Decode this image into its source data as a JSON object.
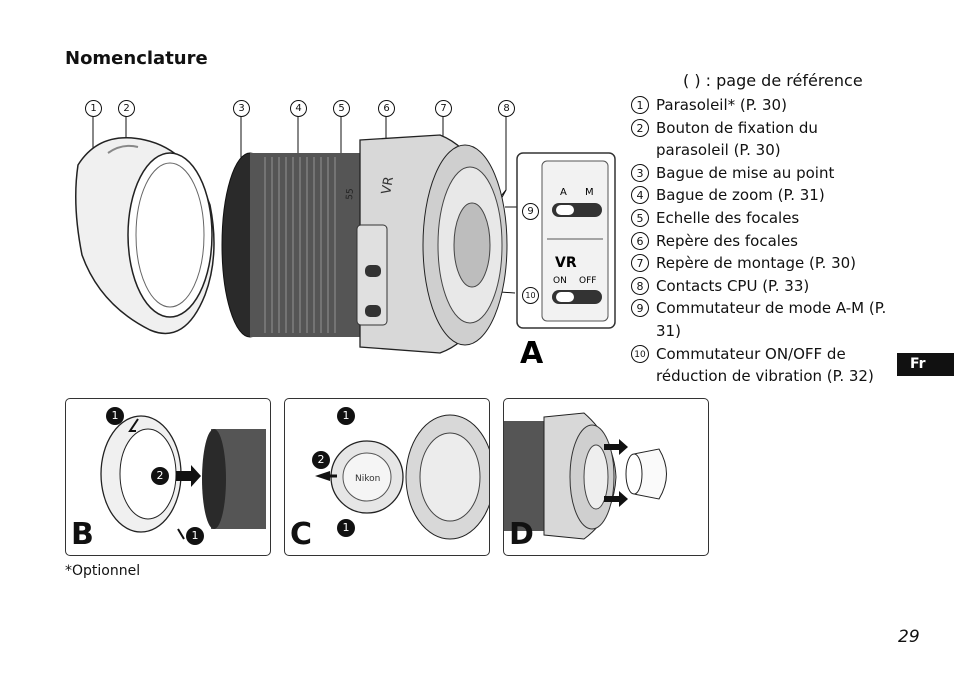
{
  "title": "Nomenclature",
  "reference_note": "(     ) : page de référence",
  "legend": [
    {
      "num": "1",
      "text": "Parasoleil* (P. 30)"
    },
    {
      "num": "2",
      "text": "Bouton de fixation du parasoleil (P. 30)"
    },
    {
      "num": "3",
      "text": "Bague de mise au point"
    },
    {
      "num": "4",
      "text": "Bague de zoom (P. 31)"
    },
    {
      "num": "5",
      "text": "Echelle des focales"
    },
    {
      "num": "6",
      "text": "Repère des focales"
    },
    {
      "num": "7",
      "text": "Repère de montage (P. 30)"
    },
    {
      "num": "8",
      "text": "Contacts CPU (P. 33)"
    },
    {
      "num": "9",
      "text": "Commutateur de mode A-M (P. 31)"
    },
    {
      "num": "10",
      "text": "Commutateur ON/OFF de réduction de vibration (P. 32)"
    }
  ],
  "callouts": [
    "1",
    "2",
    "3",
    "4",
    "5",
    "6",
    "7",
    "8",
    "9",
    "10"
  ],
  "switch_labels": {
    "a": "A",
    "m": "M",
    "vr": "VR",
    "on": "ON",
    "off": "OFF"
  },
  "lens_marks": {
    "vr": "VR",
    "focal": "55",
    "brand": "Nikon"
  },
  "panels": {
    "a": "A",
    "b": {
      "letter": "B",
      "steps": [
        "1",
        "2",
        "1"
      ]
    },
    "c": {
      "letter": "C",
      "steps": [
        "1",
        "2",
        "1"
      ]
    },
    "d": {
      "letter": "D"
    }
  },
  "lang_tab": "Fr",
  "footnote": "*Optionnel",
  "page_number": "29"
}
